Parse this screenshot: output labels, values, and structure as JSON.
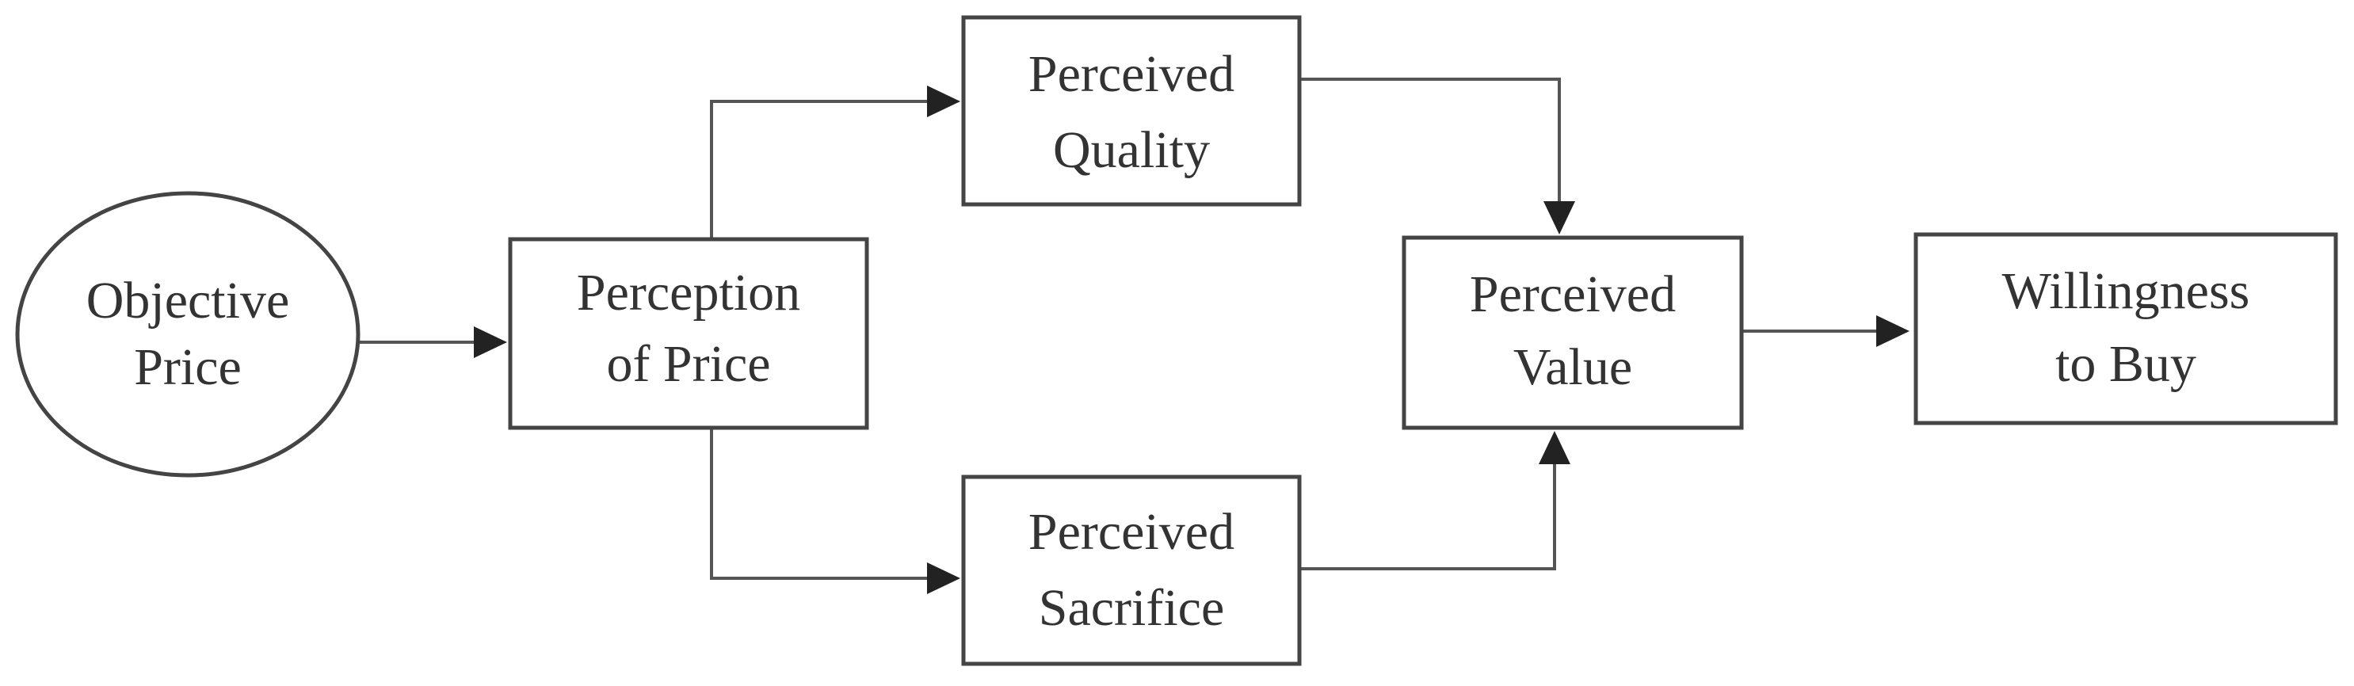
{
  "diagram": {
    "nodes": {
      "objective_price": {
        "line1": "Objective",
        "line2": "Price"
      },
      "perception_of_price": {
        "line1": "Perception",
        "line2": "of Price"
      },
      "perceived_quality": {
        "line1": "Perceived",
        "line2": "Quality"
      },
      "perceived_sacrifice": {
        "line1": "Perceived",
        "line2": "Sacrifice"
      },
      "perceived_value": {
        "line1": "Perceived",
        "line2": "Value"
      },
      "willingness_to_buy": {
        "line1": "Willingness",
        "line2": "to Buy"
      }
    }
  }
}
